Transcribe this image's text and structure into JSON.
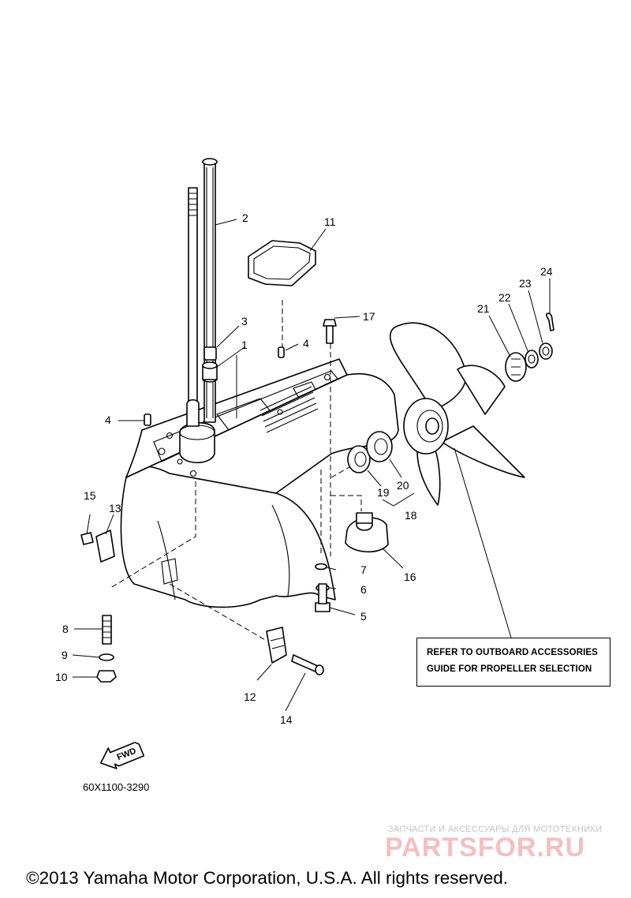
{
  "callouts": {
    "p1": "1",
    "p2": "2",
    "p3": "3",
    "p4a": "4",
    "p4b": "4",
    "p5": "5",
    "p6": "6",
    "p7": "7",
    "p8": "8",
    "p9": "9",
    "p10": "10",
    "p11": "11",
    "p12": "12",
    "p13": "13",
    "p14": "14",
    "p15": "15",
    "p16": "16",
    "p17": "17",
    "p18": "18",
    "p19": "19",
    "p20": "20",
    "p21": "21",
    "p22": "22",
    "p23": "23",
    "p24": "24"
  },
  "note": {
    "line1": "REFER TO OUTBOARD ACCESSORIES",
    "line2": "GUIDE  FOR PROPELLER SELECTION"
  },
  "fwd_label": "FWD",
  "catalog_number": "60X1100-3290",
  "watermark": {
    "tagline": "ЗАПЧАСТИ И АКСЕССУАРЫ ДЛЯ МОТОТЕХНИКИ",
    "logo": "PARTSFOR.RU"
  },
  "copyright": "©2013 Yamaha Motor Corporation, U.S.A. All rights reserved."
}
